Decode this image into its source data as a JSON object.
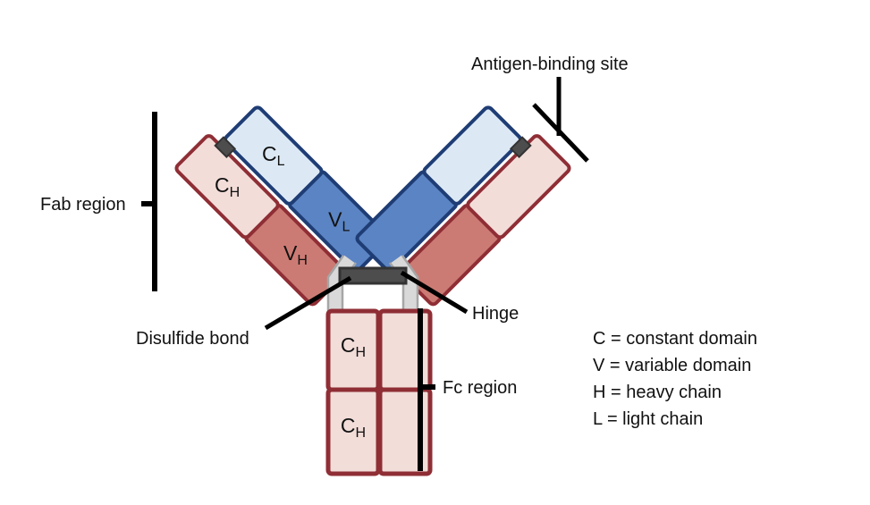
{
  "figure": {
    "title": "Antibody (immunoglobulin) structure diagram",
    "background": "#ffffff"
  },
  "colors": {
    "heavy_variable_fill": "#cc7b74",
    "heavy_variable_stroke": "#8f2e35",
    "heavy_constant_fill": "#f2ddd9",
    "heavy_constant_stroke": "#8f2e35",
    "light_variable_fill": "#5b84c4",
    "light_variable_stroke": "#1f3d75",
    "light_constant_fill": "#dce9f5",
    "light_constant_stroke": "#1f3d75",
    "hinge_fill": "#d9d9d9",
    "hinge_stroke": "#a6a6a6",
    "disulfide_fill": "#4d4d4d",
    "disulfide_stroke": "#333333",
    "leader_line": "#000000",
    "text": "#111111"
  },
  "domains": {
    "left_arm": [
      {
        "id": "VH",
        "letter": "C",
        "label_letter": "V",
        "label_sub": "H",
        "chain": "heavy",
        "type": "variable"
      },
      {
        "id": "CH",
        "label_letter": "C",
        "label_sub": "H",
        "chain": "heavy",
        "type": "constant"
      },
      {
        "id": "VL",
        "label_letter": "V",
        "label_sub": "L",
        "chain": "light",
        "type": "variable"
      },
      {
        "id": "CL",
        "label_letter": "C",
        "label_sub": "L",
        "chain": "light",
        "type": "constant"
      }
    ],
    "right_arm": [
      {
        "id": "VH_r",
        "label_letter": "",
        "label_sub": "",
        "chain": "heavy",
        "type": "variable"
      },
      {
        "id": "CH_r",
        "label_letter": "",
        "label_sub": "",
        "chain": "heavy",
        "type": "constant"
      },
      {
        "id": "VL_r",
        "label_letter": "",
        "label_sub": "",
        "chain": "light",
        "type": "variable"
      },
      {
        "id": "CL_r",
        "label_letter": "",
        "label_sub": "",
        "chain": "light",
        "type": "constant"
      }
    ],
    "fc": [
      {
        "id": "CH_fc_left_upper",
        "label_letter": "C",
        "label_sub": "H",
        "chain": "heavy",
        "type": "constant"
      },
      {
        "id": "CH_fc_left_lower",
        "label_letter": "C",
        "label_sub": "H",
        "chain": "heavy",
        "type": "constant"
      },
      {
        "id": "CH_fc_right_upper",
        "label_letter": "",
        "label_sub": "",
        "chain": "heavy",
        "type": "constant"
      },
      {
        "id": "CH_fc_right_lower",
        "label_letter": "",
        "label_sub": "",
        "chain": "heavy",
        "type": "constant"
      }
    ]
  },
  "labels": {
    "vh": "V",
    "vh_sub": "H",
    "ch": "C",
    "ch_sub": "H",
    "vl": "V",
    "vl_sub": "L",
    "cl": "C",
    "cl_sub": "L",
    "ch_fc_upper": "C",
    "ch_fc_upper_sub": "H",
    "ch_fc_lower": "C",
    "ch_fc_lower_sub": "H"
  },
  "callouts": {
    "antigen_binding_site": "Antigen-binding site",
    "fab_region": "Fab region",
    "fc_region": "Fc region",
    "hinge": "Hinge",
    "disulfide_bond": "Disulfide bond"
  },
  "legend": {
    "items": [
      {
        "key": "C",
        "equals": "=",
        "definition": "constant domain",
        "line": "C = constant domain"
      },
      {
        "key": "V",
        "equals": "=",
        "definition": "variable domain",
        "line": "V = variable domain"
      },
      {
        "key": "H",
        "equals": "=",
        "definition": "heavy chain",
        "line": "H = heavy chain"
      },
      {
        "key": "L",
        "equals": "=",
        "definition": "light chain",
        "line": "L = light chain"
      }
    ]
  }
}
